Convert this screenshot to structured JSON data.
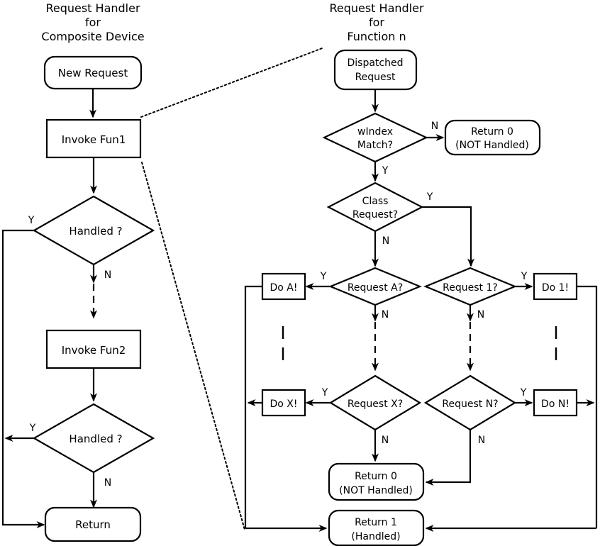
{
  "diagram": {
    "title_left_lines": [
      "Request Handler",
      "for",
      "Composite Device"
    ],
    "title_right_lines": [
      "Request Handler",
      "for",
      "Function n"
    ],
    "left_column": {
      "start": "New Request",
      "invoke1": "Invoke Fun1",
      "decision1": "Handled ?",
      "invoke2": "Invoke Fun2",
      "decision2": "Handled ?",
      "end": "Return",
      "labels": {
        "yes": "Y",
        "no": "N"
      }
    },
    "right_column": {
      "start_lines": [
        "Dispatched",
        "Request"
      ],
      "windex": {
        "line1": "wIndex",
        "line2": "Match?"
      },
      "return0_top_lines": [
        "Return 0",
        "(NOT Handled)"
      ],
      "class_request": {
        "line1": "Class",
        "line2": "Request?"
      },
      "request_a": "Request A?",
      "request_1": "Request 1?",
      "request_x": "Request X?",
      "request_n": "Request N?",
      "do_a": "Do A!",
      "do_1": "Do 1!",
      "do_x": "Do X!",
      "do_n": "Do N!",
      "return0_lines": [
        "Return 0",
        "(NOT Handled)"
      ],
      "return1_lines": [
        "Return 1",
        "(Handled)"
      ],
      "labels": {
        "yes": "Y",
        "no": "N"
      },
      "ellipsis_mark": "|"
    },
    "colors": {
      "stroke": "#000000",
      "fill": "#ffffff",
      "background": "#ffffff"
    }
  }
}
